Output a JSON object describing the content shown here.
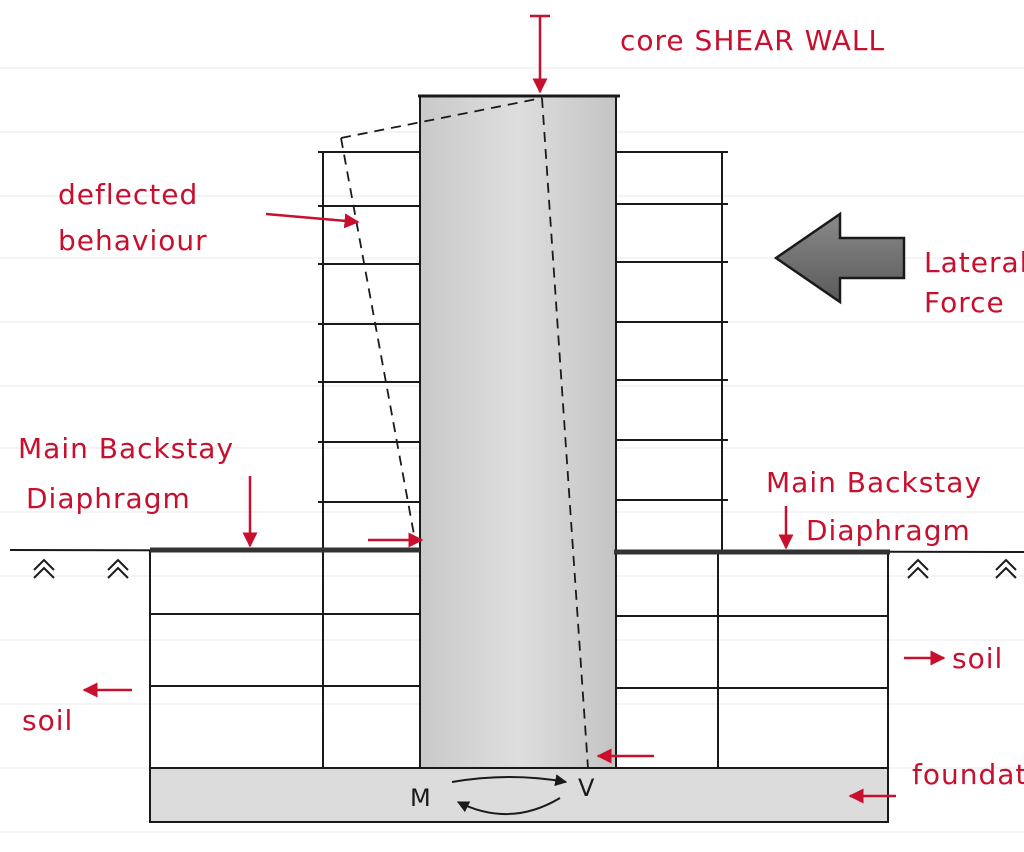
{
  "labels": {
    "title": "core SHEAR WALL",
    "deflected_line1": "deflected",
    "deflected_line2": "behaviour",
    "lateral_line1": "Lateral",
    "lateral_line2": "Force",
    "backstay_left_line1": "Main Backstay",
    "backstay_left_line2": "Diaphragm",
    "backstay_right_line1": "Main Backstay",
    "backstay_right_line2": "Diaphragm",
    "soil_left": "soil",
    "soil_right": "soil",
    "foundation": "foundation",
    "moment": "M",
    "shear": "V"
  },
  "colors": {
    "annotation": "#c8102e",
    "line": "#1a1a1a",
    "core_fill": "#d4d4d4",
    "foundation_fill": "#dcdcdc",
    "ruled_lines": "#e6e6ea"
  }
}
